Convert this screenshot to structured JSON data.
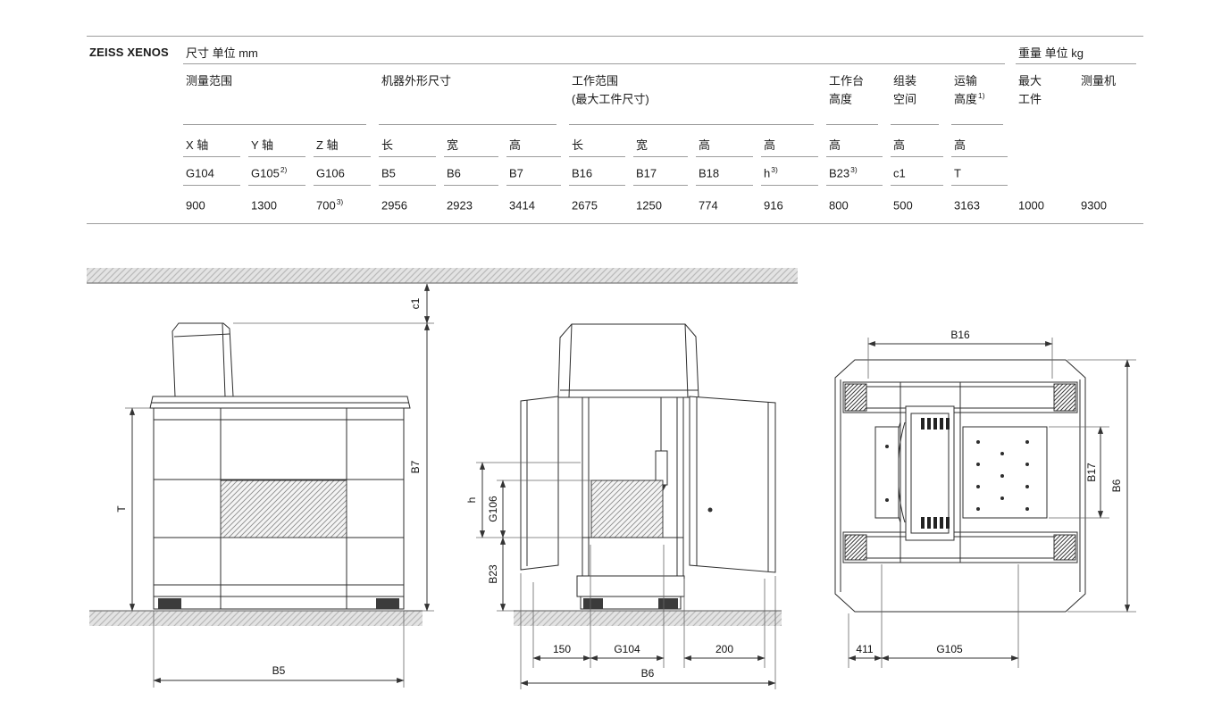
{
  "brand": "ZEISS XENOS",
  "table": {
    "unit_mm": "尺寸 单位 mm",
    "unit_kg": "重量 单位 kg",
    "groups": [
      {
        "line1": "测量范围",
        "line2": "",
        "sup": ""
      },
      {
        "line1": "机器外形尺寸",
        "line2": "",
        "sup": ""
      },
      {
        "line1": "工作范围",
        "line2": "(最大工件尺寸)",
        "sup": ""
      },
      {
        "line1": "工作台",
        "line2": "高度",
        "sup": ""
      },
      {
        "line1": "组装",
        "line2": "空间",
        "sup": ""
      },
      {
        "line1": "运输",
        "line2": "高度",
        "sup": "1)"
      },
      {
        "line1": "最大",
        "line2": "工件",
        "sup": ""
      },
      {
        "line1": "测量机",
        "line2": "",
        "sup": ""
      }
    ],
    "axes": [
      "X 轴",
      "Y 轴",
      "Z 轴",
      "长",
      "宽",
      "高",
      "长",
      "宽",
      "高",
      "高",
      "高",
      "高",
      "高"
    ],
    "vars": [
      {
        "t": "G104",
        "sup": ""
      },
      {
        "t": "G105",
        "sup": "2)"
      },
      {
        "t": "G106",
        "sup": ""
      },
      {
        "t": "B5",
        "sup": ""
      },
      {
        "t": "B6",
        "sup": ""
      },
      {
        "t": "B7",
        "sup": ""
      },
      {
        "t": "B16",
        "sup": ""
      },
      {
        "t": "B17",
        "sup": ""
      },
      {
        "t": "B18",
        "sup": ""
      },
      {
        "t": "h",
        "sup": "3)"
      },
      {
        "t": "B23",
        "sup": "3)"
      },
      {
        "t": "c1",
        "sup": ""
      },
      {
        "t": "T",
        "sup": ""
      }
    ],
    "values": [
      {
        "t": "900",
        "sup": ""
      },
      {
        "t": "1300",
        "sup": ""
      },
      {
        "t": "700",
        "sup": "3)"
      },
      {
        "t": "2956",
        "sup": ""
      },
      {
        "t": "2923",
        "sup": ""
      },
      {
        "t": "3414",
        "sup": ""
      },
      {
        "t": "2675",
        "sup": ""
      },
      {
        "t": "1250",
        "sup": ""
      },
      {
        "t": "774",
        "sup": ""
      },
      {
        "t": "916",
        "sup": ""
      },
      {
        "t": "800",
        "sup": ""
      },
      {
        "t": "500",
        "sup": ""
      },
      {
        "t": "3163",
        "sup": ""
      },
      {
        "t": "1000",
        "sup": ""
      },
      {
        "t": "9300",
        "sup": ""
      }
    ]
  },
  "drawings": {
    "front": {
      "c1": "c1",
      "b7": "B7",
      "t": "T",
      "b5": "B5"
    },
    "side": {
      "h": "h",
      "g106": "G106",
      "b23": "B23",
      "d150": "150",
      "g104": "G104",
      "d200": "200",
      "b6": "B6"
    },
    "top": {
      "b16": "B16",
      "b17": "B17",
      "b6": "B6",
      "d411": "411",
      "g105": "G105"
    }
  }
}
